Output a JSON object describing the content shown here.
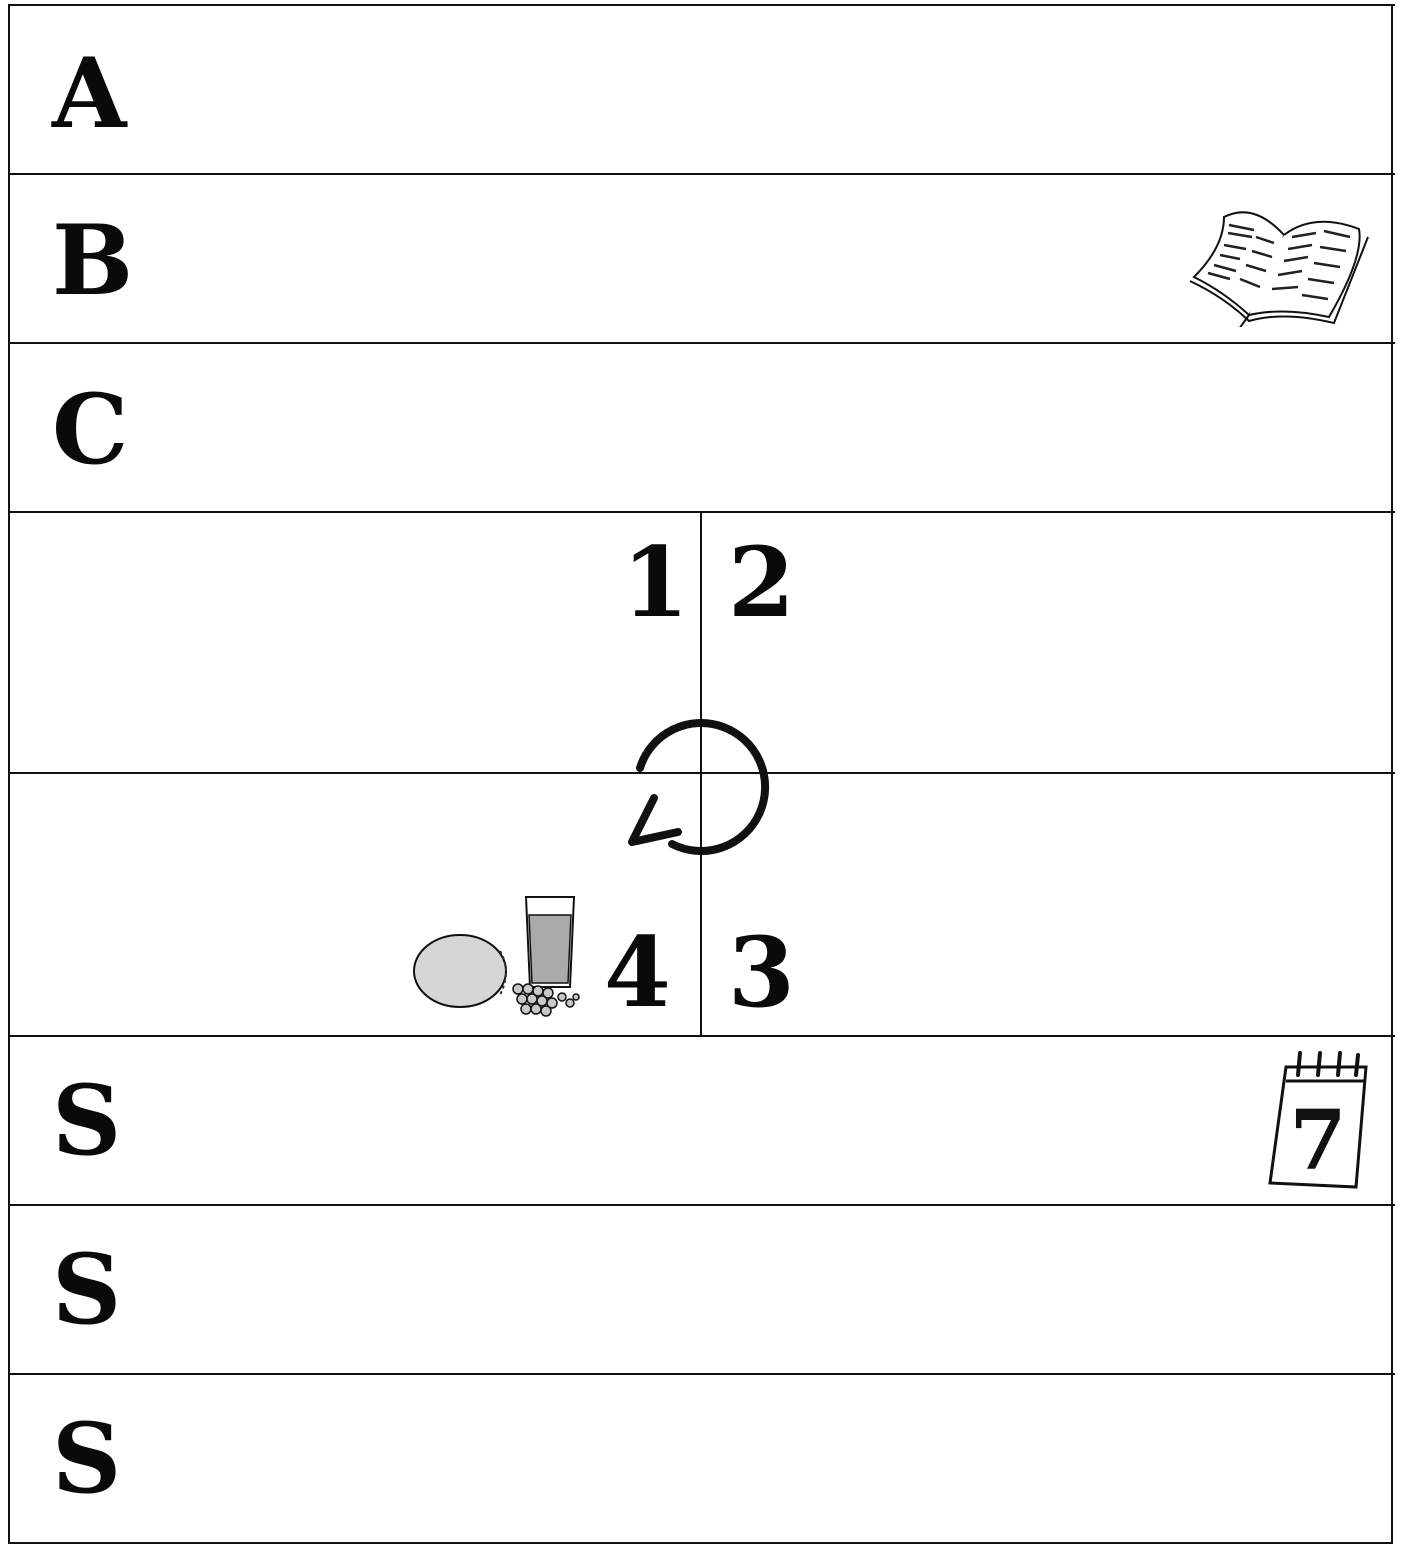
{
  "rows": {
    "a": {
      "letter": "A"
    },
    "b": {
      "letter": "B",
      "icon": "open-book-icon"
    },
    "c": {
      "letter": "C"
    },
    "s1": {
      "letter": "S",
      "icon": "calendar-icon",
      "calendar_day": "7"
    },
    "s2": {
      "letter": "S"
    },
    "s3": {
      "letter": "S"
    }
  },
  "quadrants": {
    "q1": "1",
    "q2": "2",
    "q3": "3",
    "q4": "4",
    "cycle_icon": "circular-arrow-icon",
    "food_icon": "bread-juice-grapes-icon"
  }
}
